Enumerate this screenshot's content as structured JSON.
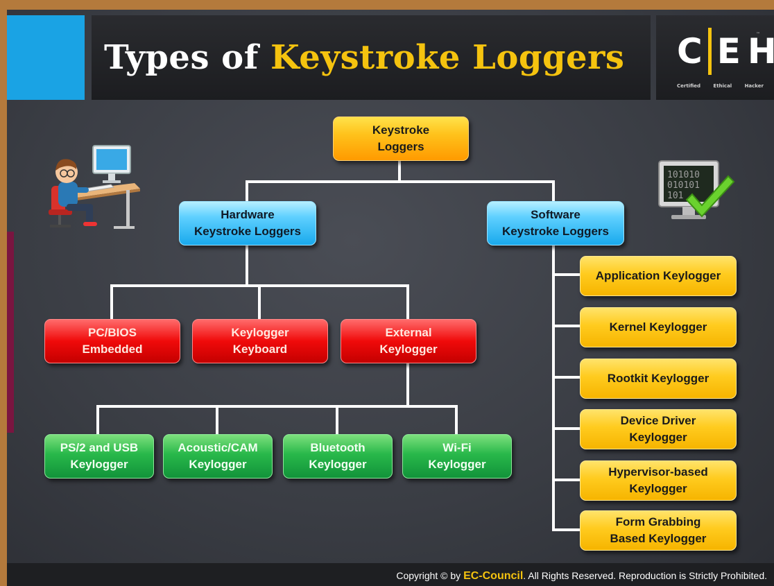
{
  "title": {
    "part1": "Types of ",
    "part2": "Keystroke Loggers"
  },
  "logo": {
    "letter_c": "C",
    "letter_e": "E",
    "letter_h": "H",
    "tagline": [
      "Certified",
      "Ethical",
      "Hacker"
    ],
    "trademark": "™"
  },
  "root": {
    "lines": [
      "Keystroke",
      "Loggers"
    ]
  },
  "hardware": {
    "lines": [
      "Hardware",
      "Keystroke Loggers"
    ],
    "children": [
      {
        "lines": [
          "PC/BIOS",
          "Embedded"
        ]
      },
      {
        "lines": [
          "Keylogger",
          "Keyboard"
        ]
      },
      {
        "lines": [
          "External",
          "Keylogger"
        ]
      }
    ],
    "external_children": [
      {
        "lines": [
          "PS/2 and USB",
          "Keylogger"
        ]
      },
      {
        "lines": [
          "Acoustic/CAM",
          "Keylogger"
        ]
      },
      {
        "lines": [
          "Bluetooth",
          "Keylogger"
        ]
      },
      {
        "lines": [
          "Wi-Fi",
          "Keylogger"
        ]
      }
    ]
  },
  "software": {
    "lines": [
      "Software",
      "Keystroke Loggers"
    ],
    "children": [
      {
        "lines": [
          "Application Keylogger"
        ]
      },
      {
        "lines": [
          "Kernel Keylogger"
        ]
      },
      {
        "lines": [
          "Rootkit Keylogger"
        ]
      },
      {
        "lines": [
          "Device Driver",
          "Keylogger"
        ]
      },
      {
        "lines": [
          "Hypervisor-based",
          "Keylogger"
        ]
      },
      {
        "lines": [
          "Form Grabbing",
          "Based Keylogger"
        ]
      }
    ]
  },
  "monitor_icon": {
    "code_lines": [
      "101010",
      "010101",
      "101"
    ]
  },
  "footer": {
    "prefix": "Copyright © by ",
    "brand": "EC-Council",
    "suffix": ". All Rights Reserved. Reproduction is Strictly Prohibited."
  },
  "colors": {
    "accent_yellow": "#f5c30f",
    "title_blue_block": "#1aa3e4",
    "hardware_children": "#e80000",
    "external_children": "#22a844",
    "software_children": "#ffc61a"
  },
  "icons": [
    "person-at-computer-icon",
    "monitor-checkmark-icon"
  ]
}
